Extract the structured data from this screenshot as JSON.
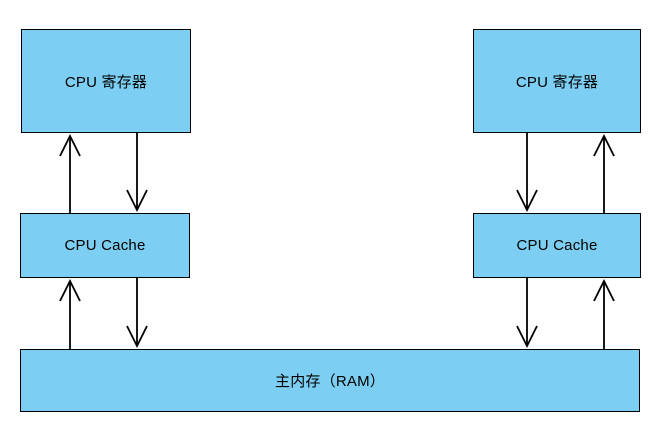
{
  "diagram": {
    "kind": "memory-hierarchy",
    "nodes": {
      "register_left": {
        "label": "CPU 寄存器"
      },
      "cache_left": {
        "label": "CPU Cache"
      },
      "register_right": {
        "label": "CPU 寄存器"
      },
      "cache_right": {
        "label": "CPU Cache"
      },
      "ram": {
        "label": "主内存（RAM）"
      }
    },
    "edges": [
      {
        "from": "cache_left",
        "to": "register_left",
        "direction": "up"
      },
      {
        "from": "register_left",
        "to": "cache_left",
        "direction": "down"
      },
      {
        "from": "ram",
        "to": "cache_left",
        "direction": "up"
      },
      {
        "from": "cache_left",
        "to": "ram",
        "direction": "down"
      },
      {
        "from": "register_right",
        "to": "cache_right",
        "direction": "down"
      },
      {
        "from": "cache_right",
        "to": "register_right",
        "direction": "up"
      },
      {
        "from": "cache_right",
        "to": "ram",
        "direction": "down"
      },
      {
        "from": "ram",
        "to": "cache_right",
        "direction": "up"
      }
    ]
  },
  "colors": {
    "box_fill": "#7CCFF2",
    "box_border": "#000000",
    "arrow": "#000000",
    "background": "#FFFFFF"
  }
}
